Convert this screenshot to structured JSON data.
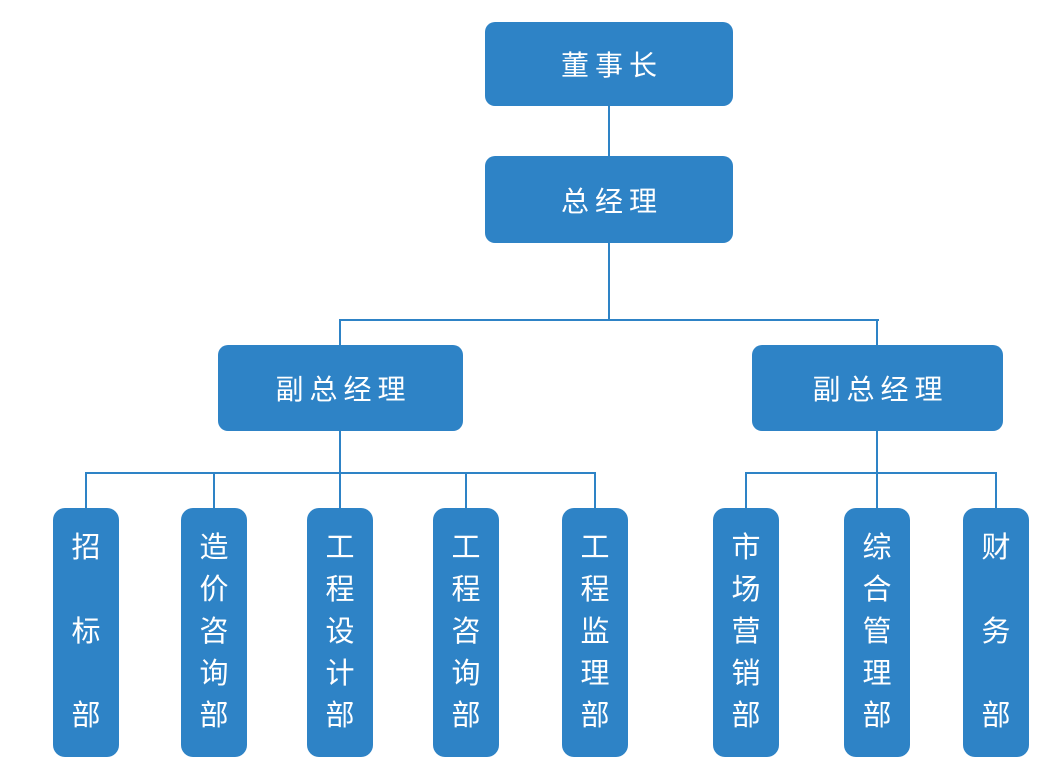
{
  "diagram": {
    "type": "org-chart",
    "background": "#ffffff",
    "node_fill": "#2E83C6",
    "node_text_color": "#ffffff",
    "connector_color": "#2E83C6",
    "nodes": {
      "chairman": {
        "label": "董事长",
        "level": 1
      },
      "general_manager": {
        "label": "总经理",
        "level": 2
      },
      "deputy_gm_left": {
        "label": "副总经理",
        "level": 3
      },
      "deputy_gm_right": {
        "label": "副总经理",
        "level": 3
      },
      "bidding_dept": {
        "label": "招标部",
        "level": 4
      },
      "cost_consulting_dept": {
        "label": "造价咨询部",
        "level": 4
      },
      "engineering_design_dept": {
        "label": "工程设计部",
        "level": 4
      },
      "engineering_consulting_dept": {
        "label": "工程咨询部",
        "level": 4
      },
      "engineering_supervision_dept": {
        "label": "工程监理部",
        "level": 4
      },
      "marketing_dept": {
        "label": "市场营销部",
        "level": 4
      },
      "general_management_dept": {
        "label": "综合管理部",
        "level": 4
      },
      "finance_dept": {
        "label": "财务部",
        "level": 4
      }
    },
    "edges": [
      {
        "from": "chairman",
        "to": "general_manager"
      },
      {
        "from": "general_manager",
        "to": "deputy_gm_left"
      },
      {
        "from": "general_manager",
        "to": "deputy_gm_right"
      },
      {
        "from": "deputy_gm_left",
        "to": "bidding_dept"
      },
      {
        "from": "deputy_gm_left",
        "to": "cost_consulting_dept"
      },
      {
        "from": "deputy_gm_left",
        "to": "engineering_design_dept"
      },
      {
        "from": "deputy_gm_left",
        "to": "engineering_consulting_dept"
      },
      {
        "from": "deputy_gm_left",
        "to": "engineering_supervision_dept"
      },
      {
        "from": "deputy_gm_right",
        "to": "marketing_dept"
      },
      {
        "from": "deputy_gm_right",
        "to": "general_management_dept"
      },
      {
        "from": "deputy_gm_right",
        "to": "finance_dept"
      }
    ]
  }
}
